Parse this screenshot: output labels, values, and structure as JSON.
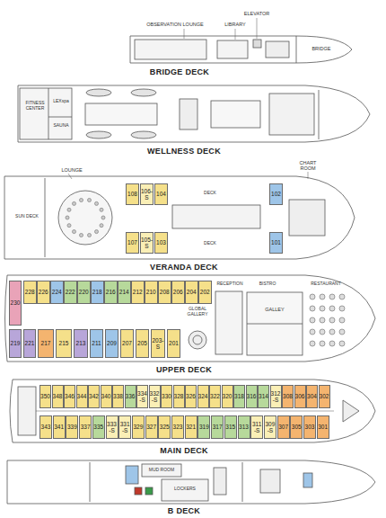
{
  "diagram": {
    "nodes": [
      {
        "text": [
          "108"
        ]
      },
      {
        "text": [
          "106-S"
        ]
      },
      {
        "text": [
          "104"
        ]
      },
      {
        "text": [
          "102"
        ]
      },
      {
        "text": [
          "107"
        ]
      },
      {
        "text": [
          "105-S"
        ]
      },
      {
        "text": [
          "103"
        ]
      },
      {
        "text": [
          "101"
        ]
      },
      {
        "text": [
          "230"
        ]
      },
      {
        "text": [
          "228"
        ]
      },
      {
        "text": [
          "226"
        ]
      },
      {
        "text": [
          "224"
        ]
      },
      {
        "text": [
          "222"
        ]
      },
      {
        "text": [
          "220"
        ]
      },
      {
        "text": [
          "218"
        ]
      },
      {
        "text": [
          "216"
        ]
      },
      {
        "text": [
          "214"
        ]
      },
      {
        "text": [
          "212"
        ]
      },
      {
        "text": [
          "210"
        ]
      },
      {
        "text": [
          "208"
        ]
      },
      {
        "text": [
          "206"
        ]
      },
      {
        "text": [
          "204"
        ]
      },
      {
        "text": [
          "202"
        ]
      },
      {
        "text": [
          "219"
        ]
      },
      {
        "text": [
          "221"
        ]
      },
      {
        "text": [
          "217"
        ]
      },
      {
        "text": [
          "215"
        ]
      },
      {
        "text": [
          "213"
        ]
      },
      {
        "text": [
          "211"
        ]
      },
      {
        "text": [
          "209"
        ]
      },
      {
        "text": [
          "207"
        ]
      },
      {
        "text": [
          "205"
        ]
      },
      {
        "text": [
          "203-S"
        ]
      },
      {
        "text": [
          "201"
        ]
      },
      {
        "text": [
          "350"
        ]
      },
      {
        "text": [
          "348"
        ]
      },
      {
        "text": [
          "346"
        ]
      },
      {
        "text": [
          "344"
        ]
      },
      {
        "text": [
          "342"
        ]
      },
      {
        "text": [
          "340"
        ]
      },
      {
        "text": [
          "338"
        ]
      },
      {
        "text": [
          "336"
        ]
      },
      {
        "text": [
          "334-S"
        ]
      },
      {
        "text": [
          "332-S"
        ]
      },
      {
        "text": [
          "330"
        ]
      },
      {
        "text": [
          "328"
        ]
      },
      {
        "text": [
          "326"
        ]
      },
      {
        "text": [
          "324"
        ]
      },
      {
        "text": [
          "322"
        ]
      },
      {
        "text": [
          "320"
        ]
      },
      {
        "text": [
          "318"
        ]
      },
      {
        "text": [
          "316"
        ]
      },
      {
        "text": [
          "314"
        ]
      },
      {
        "text": [
          "312-S"
        ]
      },
      {
        "text": [
          "308"
        ]
      },
      {
        "text": [
          "306"
        ]
      },
      {
        "text": [
          "304"
        ]
      },
      {
        "text": [
          "302"
        ]
      },
      {
        "text": [
          "343"
        ]
      },
      {
        "text": [
          "341"
        ]
      },
      {
        "text": [
          "339"
        ]
      },
      {
        "text": [
          "337"
        ]
      },
      {
        "text": [
          "335"
        ]
      },
      {
        "text": [
          "333-S"
        ]
      },
      {
        "text": [
          "331-S"
        ]
      },
      {
        "text": [
          "329"
        ]
      },
      {
        "text": [
          "327"
        ]
      },
      {
        "text": [
          "325"
        ]
      },
      {
        "text": [
          "323"
        ]
      },
      {
        "text": [
          "321"
        ]
      },
      {
        "text": [
          "319"
        ]
      },
      {
        "text": [
          "317"
        ]
      },
      {
        "text": [
          "315"
        ]
      },
      {
        "text": [
          "313"
        ]
      },
      {
        "text": [
          "311-S"
        ]
      },
      {
        "text": [
          "309-S"
        ]
      },
      {
        "text": [
          "307"
        ]
      },
      {
        "text": [
          "305"
        ]
      },
      {
        "text": [
          "303"
        ]
      },
      {
        "text": [
          "301"
        ]
      }
    ],
    "labels": [
      "OBSERVATION LOUNGE",
      "LIBRARY",
      "ELEVATOR",
      "BRIDGE",
      "BRIDGE DECK",
      "FITNESS CENTER",
      "LEXspa",
      "SAUNA",
      "WELLNESS DECK",
      "LOUNGE",
      "CHART ROOM",
      "SUN DECK",
      "DECK",
      "DECK",
      "VERANDA DECK",
      "RECEPTION",
      "BISTRO",
      "RESTAURANT",
      "GALLEY",
      "GLOBAL GALLERY",
      "UPPER DECK",
      "MAIN DECK",
      "MUD ROOM",
      "LOCKERS",
      "B DECK"
    ]
  }
}
